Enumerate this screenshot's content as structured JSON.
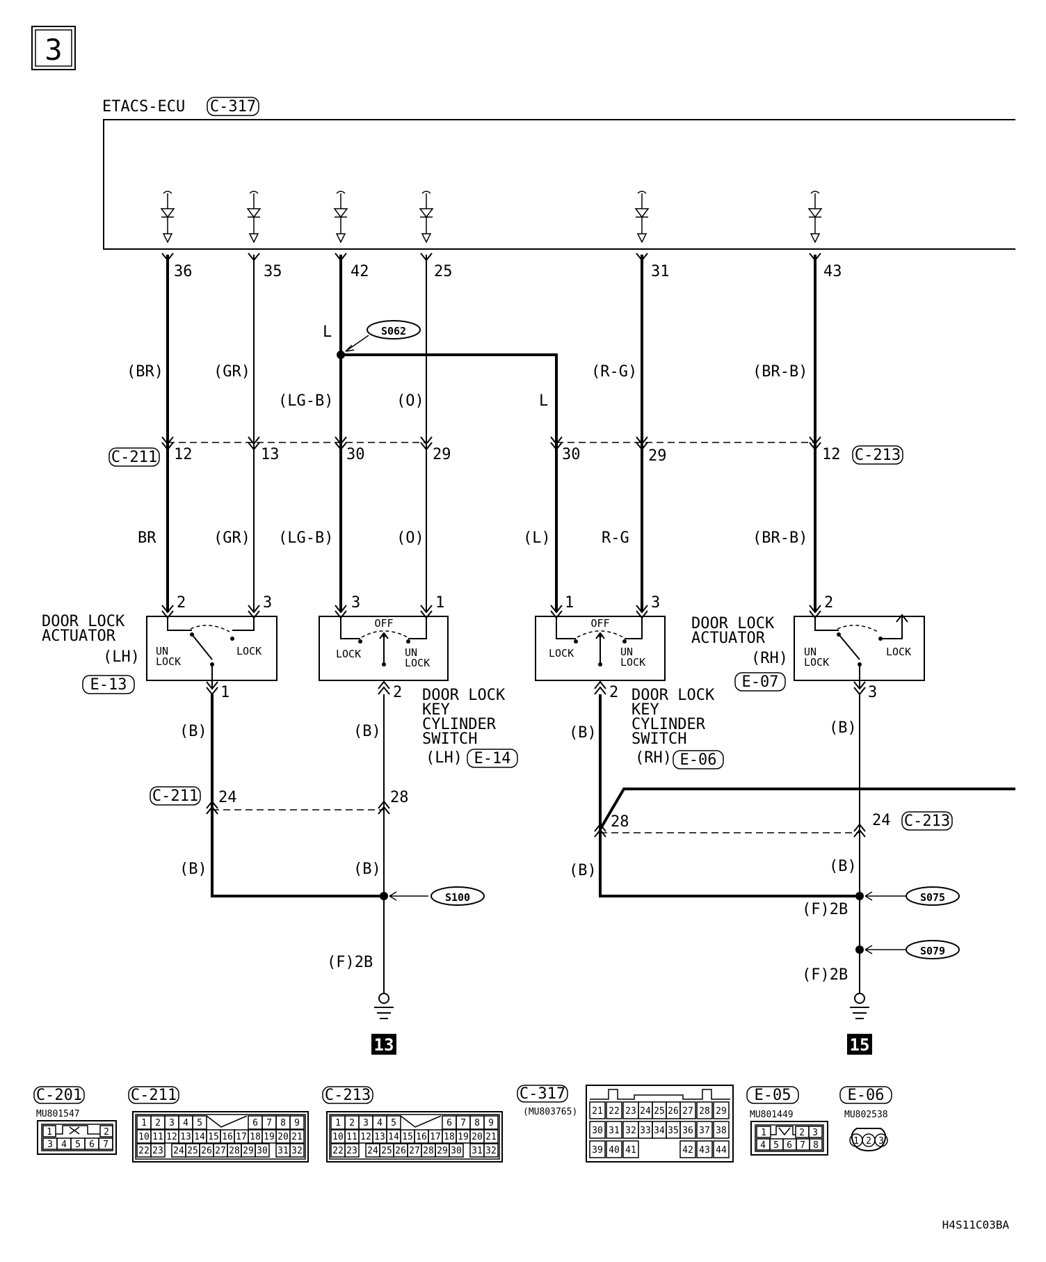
{
  "page_number": "3",
  "ecu": {
    "name": "ETACS-ECU",
    "connector": "C-317"
  },
  "ecu_pins": [
    "36",
    "35",
    "42",
    "25",
    "31",
    "43"
  ],
  "wires_upper": [
    "(BR)",
    "(GR)",
    "(LG-B)",
    "(O)",
    "L",
    "(R-G)",
    "(BR-B)"
  ],
  "splice_s062": {
    "label": "S062",
    "wire": "L"
  },
  "connector_c211": {
    "name": "C-211",
    "pins_upper": [
      "12",
      "13",
      "30",
      "29"
    ],
    "pins_lower": [
      "24",
      "28"
    ]
  },
  "connector_c213": {
    "name": "C-213",
    "pins_upper": [
      "30",
      "29",
      "12"
    ],
    "pins_lower": [
      "28",
      "24"
    ]
  },
  "wires_middle": [
    "BR",
    "(GR)",
    "(LG-B)",
    "(O)",
    "(L)",
    "R-G",
    "(BR-B)"
  ],
  "actuator_lh": {
    "title_1": "DOOR LOCK",
    "title_2": "ACTUATOR",
    "side": "(LH)",
    "connector": "E-13",
    "pins": [
      "2",
      "3",
      "1"
    ],
    "unlock_1": "UN",
    "unlock_2": "LOCK",
    "lock": "LOCK"
  },
  "switch_lh": {
    "title_1": "DOOR LOCK",
    "title_2": "KEY",
    "title_3": "CYLINDER",
    "title_4": "SWITCH",
    "side": "(LH)",
    "connector": "E-14",
    "pins": [
      "3",
      "1",
      "2"
    ],
    "off": "OFF",
    "lock": "LOCK",
    "unlock_1": "UN",
    "unlock_2": "LOCK"
  },
  "switch_rh": {
    "title_1": "DOOR LOCK",
    "title_2": "KEY",
    "title_3": "CYLINDER",
    "title_4": "SWITCH",
    "side": "(RH)",
    "connector": "E-06",
    "pins": [
      "1",
      "3",
      "2"
    ],
    "off": "OFF",
    "lock": "LOCK",
    "unlock_1": "UN",
    "unlock_2": "LOCK"
  },
  "actuator_rh": {
    "title_1": "DOOR LOCK",
    "title_2": "ACTUATOR",
    "side": "(RH)",
    "connector": "E-07",
    "pins": [
      "2",
      "3"
    ],
    "unlock_1": "UN",
    "unlock_2": "LOCK",
    "lock": "LOCK"
  },
  "ground_wire": "(B)",
  "ground_wire_size": "(F)2B",
  "splices_ground": [
    "S100",
    "S075",
    "S079"
  ],
  "grounds": [
    "13",
    "15"
  ],
  "connector_views": [
    {
      "name": "C-201",
      "part": "MU801547",
      "rows": [
        [
          "1",
          "",
          "2"
        ],
        [
          "3",
          "4",
          "5",
          "6",
          "7"
        ]
      ]
    },
    {
      "name": "C-211",
      "part": "",
      "rows": [
        [
          "1",
          "2",
          "3",
          "4",
          "5",
          "6",
          "7",
          "8",
          "9"
        ],
        [
          "10",
          "11",
          "12",
          "13",
          "14",
          "15",
          "16",
          "17",
          "18",
          "19",
          "20",
          "21"
        ],
        [
          "22",
          "23",
          "24",
          "25",
          "26",
          "27",
          "28",
          "29",
          "30",
          "31",
          "32"
        ]
      ]
    },
    {
      "name": "C-213",
      "part": "",
      "rows": [
        [
          "1",
          "2",
          "3",
          "4",
          "5",
          "6",
          "7",
          "8",
          "9"
        ],
        [
          "10",
          "11",
          "12",
          "13",
          "14",
          "15",
          "16",
          "17",
          "18",
          "19",
          "20",
          "21"
        ],
        [
          "22",
          "23",
          "24",
          "25",
          "26",
          "27",
          "28",
          "29",
          "30",
          "31",
          "32"
        ]
      ]
    },
    {
      "name": "C-317",
      "part": "(MU803765)",
      "rows": [
        [
          "21",
          "22",
          "23",
          "24",
          "25",
          "26",
          "27",
          "28",
          "29"
        ],
        [
          "30",
          "31",
          "32",
          "33",
          "34",
          "35",
          "36",
          "37",
          "38"
        ],
        [
          "39",
          "40",
          "41",
          "42",
          "43",
          "44"
        ]
      ]
    },
    {
      "name": "E-05",
      "part": "MU801449",
      "rows": [
        [
          "1",
          "2",
          "3"
        ],
        [
          "4",
          "5",
          "6",
          "7",
          "8"
        ]
      ]
    },
    {
      "name": "E-06",
      "part": "MU802538",
      "rows": [
        [
          "1",
          "2",
          "3"
        ]
      ]
    }
  ],
  "figure_code": "H4S11C03BA"
}
